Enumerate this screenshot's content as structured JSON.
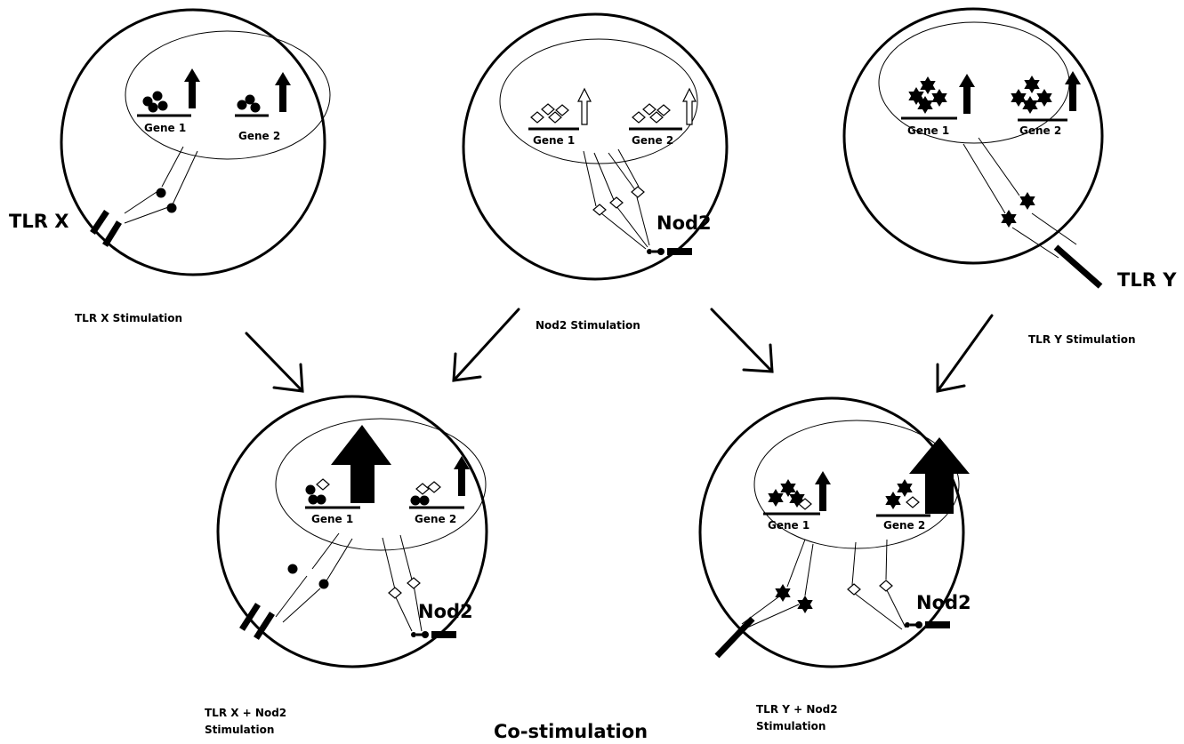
{
  "cells": [
    {
      "gene1": "Gene 1",
      "gene2": "Gene 2",
      "receptor": "TLR X",
      "caption": "TLR X Stimulation"
    },
    {
      "gene1": "Gene 1",
      "gene2": "Gene 2",
      "receptor": "Nod2",
      "caption": "Nod2 Stimulation"
    },
    {
      "gene1": "Gene 1",
      "gene2": "Gene 2",
      "receptor": "TLR Y",
      "caption": "TLR Y Stimulation"
    },
    {
      "gene1": "Gene 1",
      "gene2": "Gene 2",
      "receptor": "Nod2",
      "caption_line1": "TLR X + Nod2",
      "caption_line2": "Stimulation"
    },
    {
      "gene1": "Gene 1",
      "gene2": "Gene 2",
      "receptor": "Nod2",
      "caption_line1": "TLR Y + Nod2",
      "caption_line2": "Stimulation"
    }
  ],
  "title": "Co-stimulation"
}
